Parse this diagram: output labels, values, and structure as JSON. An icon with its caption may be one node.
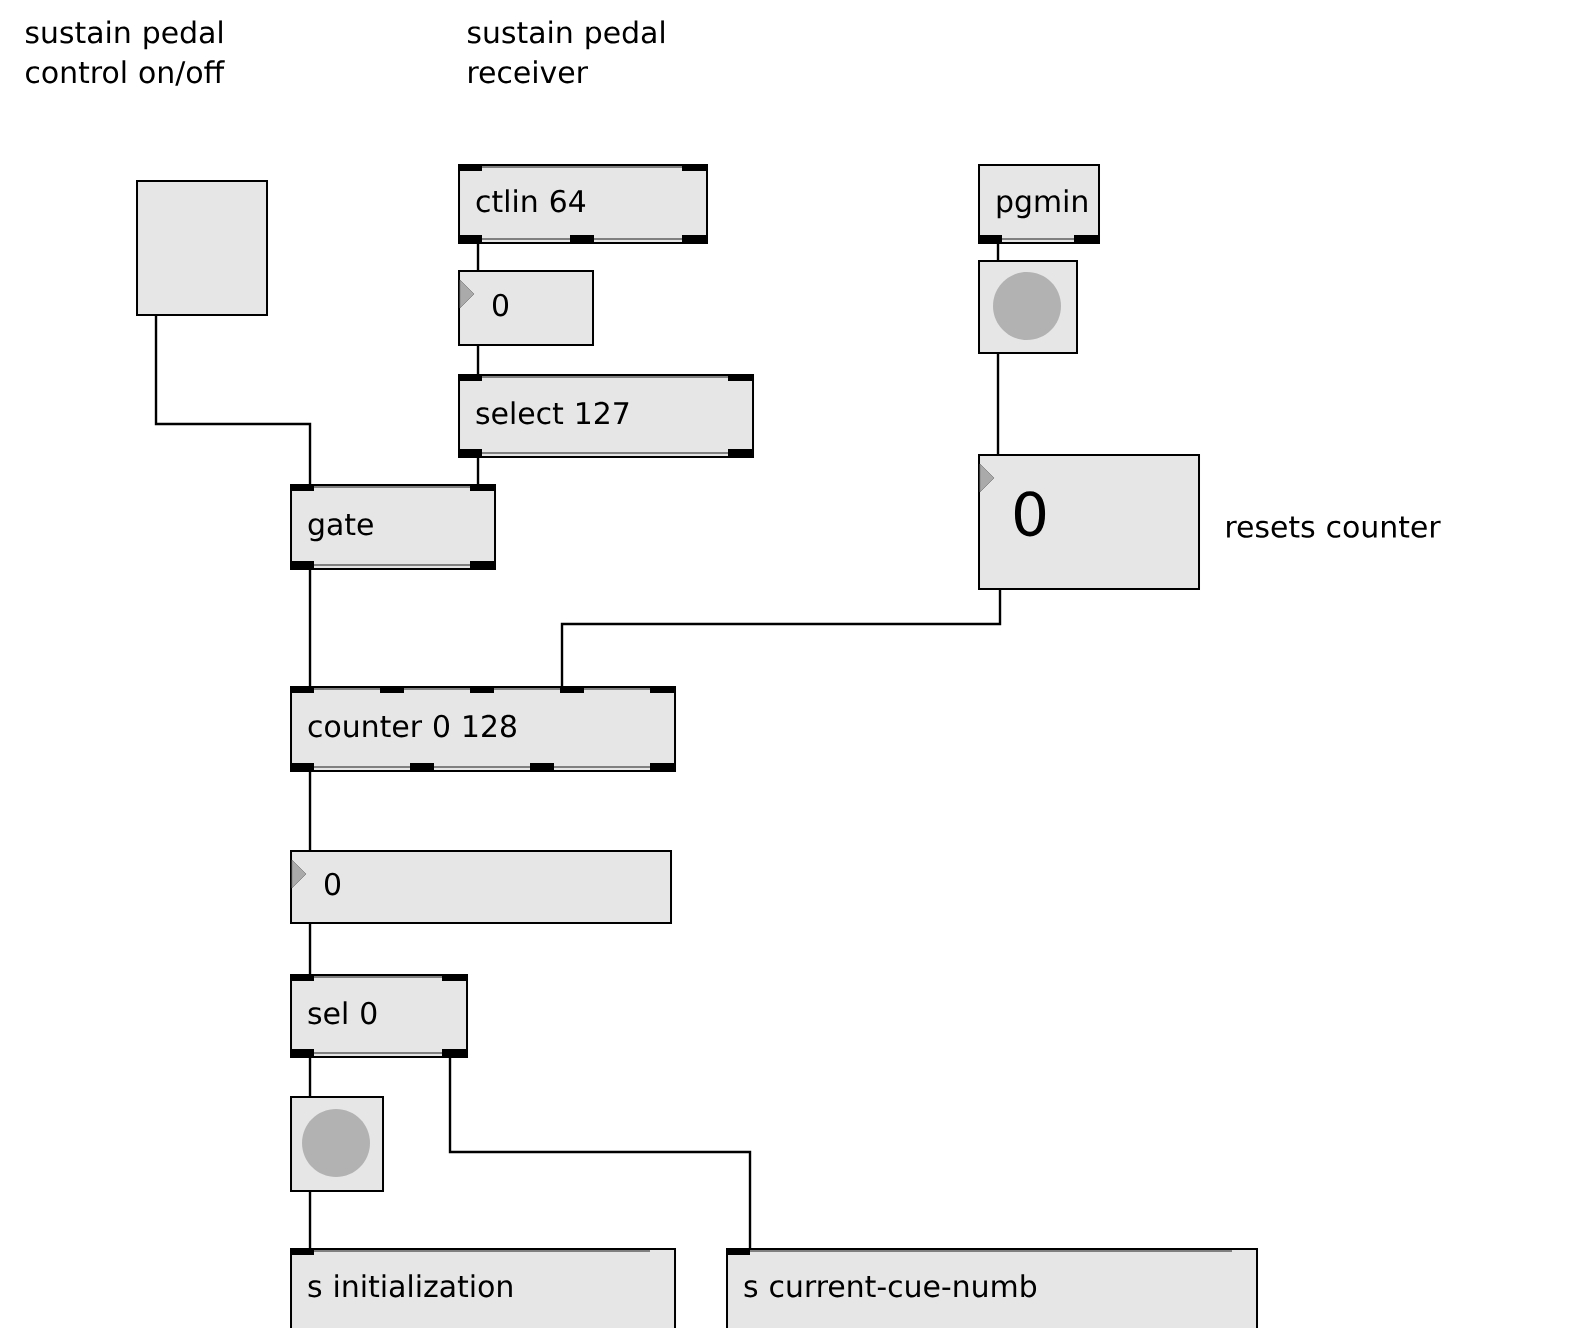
{
  "diagram": {
    "nodes": [
      {
        "text": [],
        "shape": "box"
      },
      {
        "text": [
          "ctlin 64"
        ]
      },
      {
        "text": [
          "0"
        ]
      },
      {
        "text": [
          "select 127"
        ]
      },
      {
        "text": [
          "pgmin"
        ]
      },
      {
        "text": [],
        "shape": "box"
      },
      {
        "text": [
          "0"
        ]
      },
      {
        "text": [
          "gate"
        ]
      },
      {
        "text": [
          "counter 0 128"
        ]
      },
      {
        "text": [
          "0"
        ]
      },
      {
        "text": [
          "sel 0"
        ]
      },
      {
        "text": [],
        "shape": "box"
      },
      {
        "text": [
          "s initialization"
        ]
      },
      {
        "text": [
          "s current-cue-numb"
        ]
      }
    ],
    "edges": [
      {
        "from": 0,
        "to": 7,
        "arrow": "none"
      },
      {
        "from": 1,
        "to": 2,
        "arrow": "none"
      },
      {
        "from": 2,
        "to": 3,
        "arrow": "none"
      },
      {
        "from": 3,
        "to": 7,
        "arrow": "none"
      },
      {
        "from": 4,
        "to": 5,
        "arrow": "none"
      },
      {
        "from": 5,
        "to": 6,
        "arrow": "none"
      },
      {
        "from": 6,
        "to": 8,
        "arrow": "none"
      },
      {
        "from": 7,
        "to": 8,
        "arrow": "none"
      },
      {
        "from": 8,
        "to": 9,
        "arrow": "none"
      },
      {
        "from": 9,
        "to": 10,
        "arrow": "none"
      },
      {
        "from": 10,
        "to": 11,
        "arrow": "none"
      },
      {
        "from": 10,
        "to": 13,
        "arrow": "none"
      },
      {
        "from": 11,
        "to": 12,
        "arrow": "none"
      }
    ],
    "labels": [
      "sustain pedal control on/off",
      "sustain pedal receiver",
      "resets counter"
    ]
  }
}
